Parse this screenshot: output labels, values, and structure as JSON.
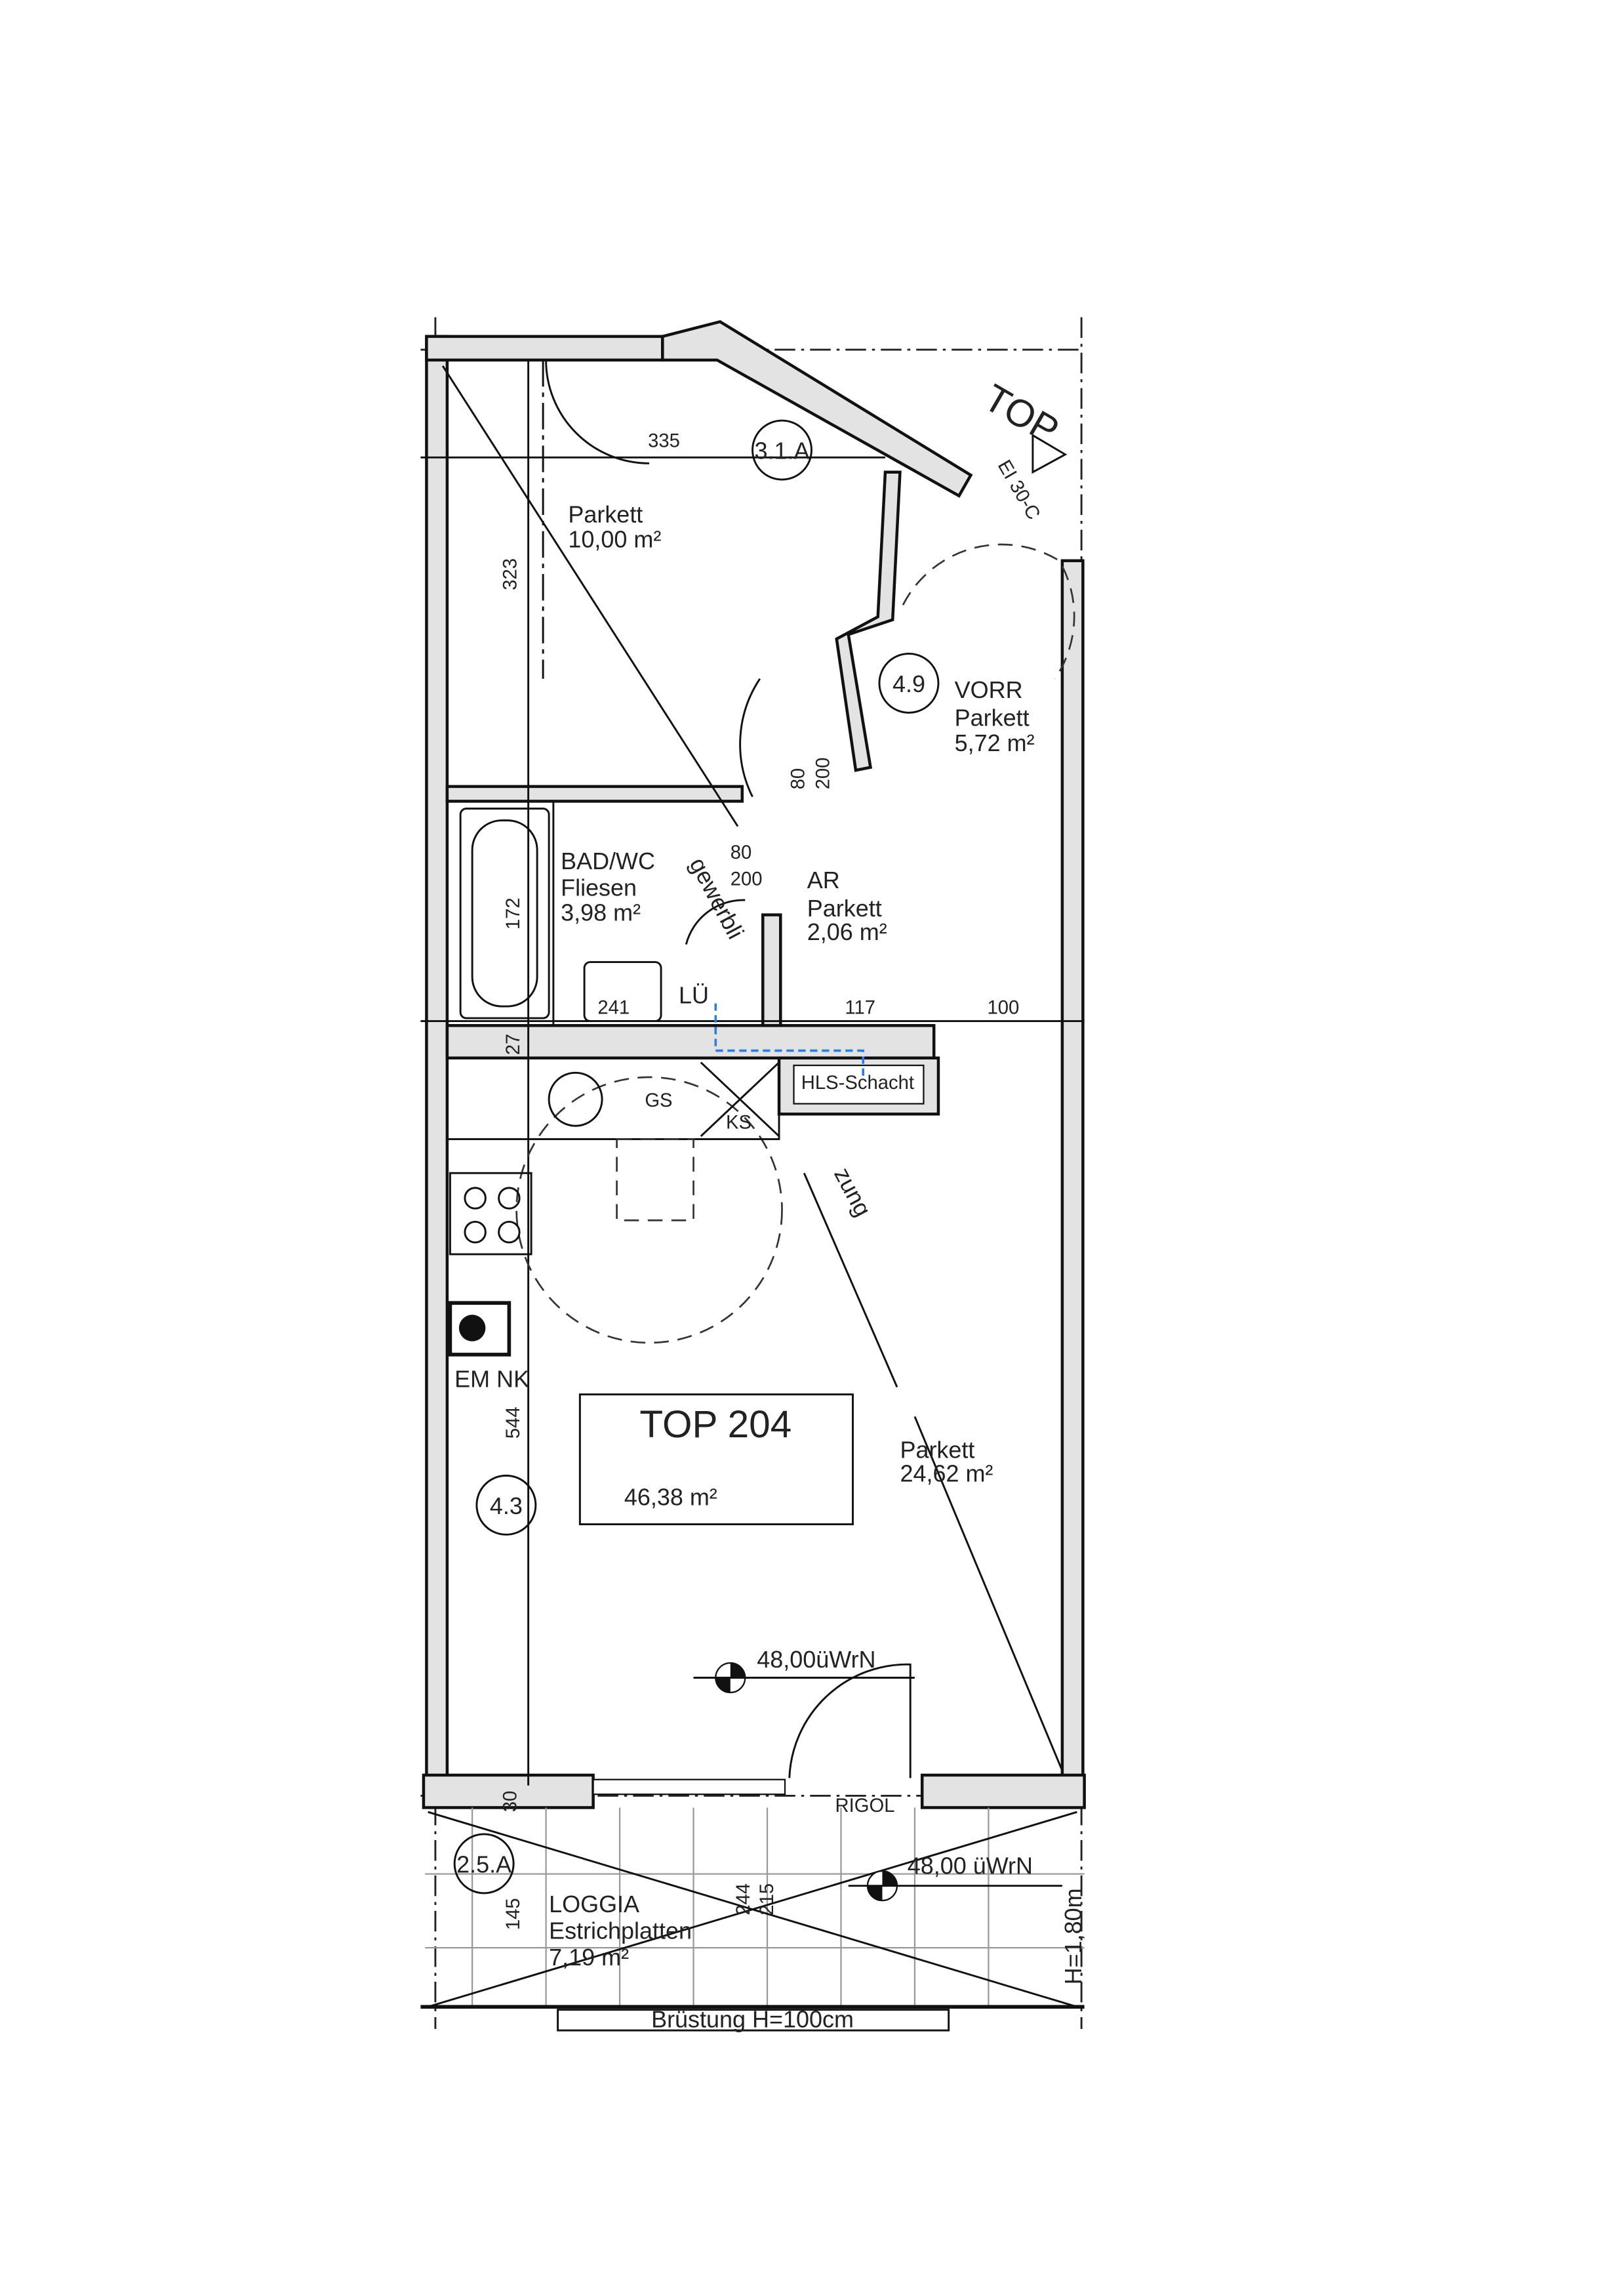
{
  "plan": {
    "unit_label": "TOP 204",
    "unit_area": "46,38 m²",
    "entry_label": "TOP",
    "fire_rating": "EI 30-C",
    "commercial_use_a": "gewerbli",
    "commercial_use_b": "zung"
  },
  "rooms": {
    "bedroom": {
      "floor": "Parkett",
      "area": "10,00 m²",
      "tag": "3.1.A"
    },
    "hall": {
      "name": "VORR",
      "floor": "Parkett",
      "area": "5,72 m²",
      "tag": "4.9"
    },
    "bath": {
      "name": "BAD/WC",
      "floor": "Fliesen",
      "area": "3,98 m²"
    },
    "storage": {
      "name": "AR",
      "floor": "Parkett",
      "area": "2,06 m²"
    },
    "living": {
      "floor": "Parkett",
      "area": "24,62 m²",
      "tag": "4.3"
    },
    "loggia": {
      "name": "LOGGIA",
      "floor": "Estrichplatten",
      "area": "7,19 m²",
      "tag": "2.5.A"
    }
  },
  "dimensions": {
    "d335": "335",
    "d323": "323",
    "d172": "172",
    "d241": "241",
    "d117": "117",
    "d100": "100",
    "d27": "27",
    "d544": "544",
    "d30": "30",
    "d145": "145",
    "d244": "244",
    "d215": "215",
    "door1_w": "80",
    "door1_h": "200",
    "door2_w": "80",
    "door2_h": "200"
  },
  "labels": {
    "lu": "LÜ",
    "shaft": "HLS-Schacht",
    "gs": "GS",
    "ks": "KS",
    "em_nk": "EM NK",
    "level_in": "48,00üWrN",
    "level_out": "48,00 üWrN",
    "rigol": "RIGOL",
    "height": "H=1,80m",
    "parapet": "Brüstung H=100cm"
  }
}
